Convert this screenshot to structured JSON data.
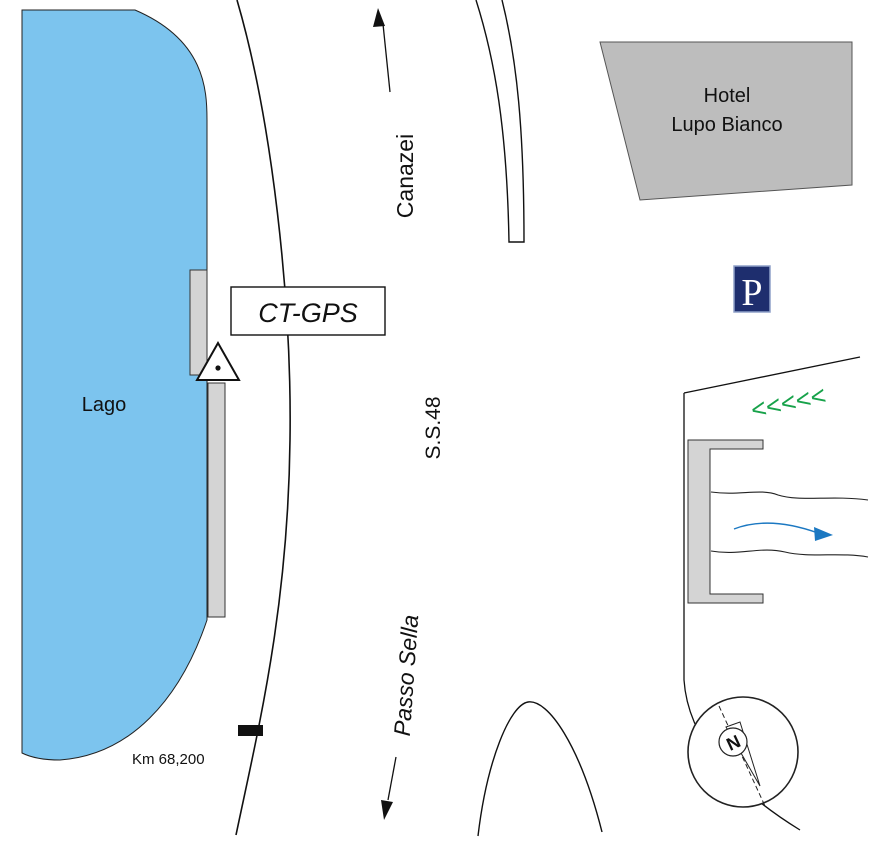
{
  "map": {
    "lake_label": "Lago",
    "hotel_line1": "Hotel",
    "hotel_line2": "Lupo Bianco",
    "station_label": "CT-GPS",
    "road_label": "S.S.48",
    "direction_north": "Canazei",
    "direction_south": "Passo Sella",
    "km_marker_label": "Km 68,200",
    "parking_letter": "P",
    "compass_letter": "N",
    "chevrons": "<<<<<"
  },
  "colors": {
    "lake": "#7cc4ee",
    "hotel": "#bdbdbd",
    "wall": "#d4d4d4",
    "parking_bg": "#1e2e6e",
    "chevrons": "#17a24a",
    "stream_arrow": "#1b78c2"
  }
}
